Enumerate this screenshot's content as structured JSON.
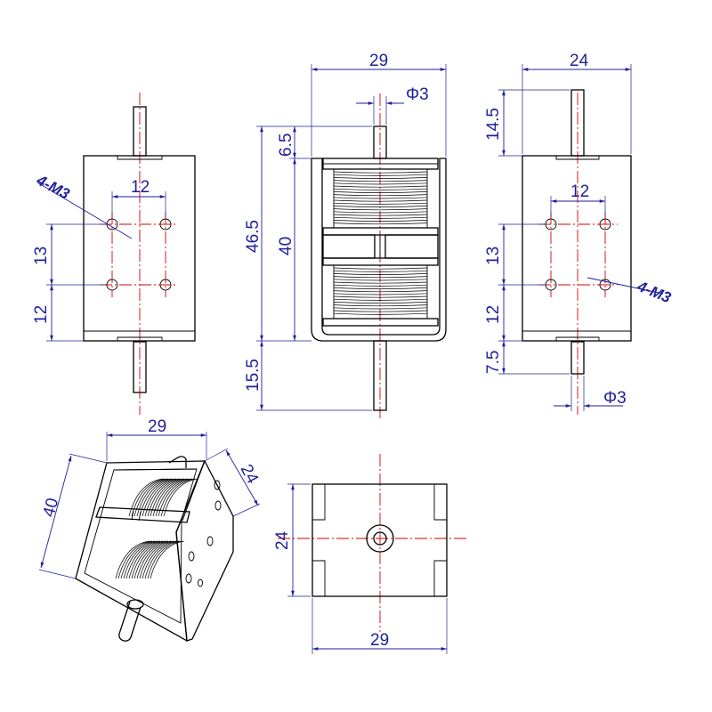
{
  "front_view": {
    "dim_width": "29",
    "dim_shaft_diameter": "Φ3",
    "dim_top_shaft": "6.5",
    "dim_frame_height": "40",
    "dim_total": "46.5",
    "dim_bottom_shaft": "15.5"
  },
  "left_view": {
    "dim_hole_spacing_h": "12",
    "dim_hole_spacing_v": "13",
    "dim_hole_bottom": "12",
    "thread_callout": "4-M3"
  },
  "right_view": {
    "dim_width": "24",
    "dim_top_shaft": "14.5",
    "dim_hole_spacing_h": "12",
    "dim_hole_spacing_v": "13",
    "dim_hole_bottom": "12",
    "dim_bottom_shaft": "7.5",
    "dim_shaft_diameter": "Φ3",
    "thread_callout": "4-M3"
  },
  "iso_view": {
    "dim_width": "29",
    "dim_height": "40",
    "dim_depth": "24"
  },
  "top_view": {
    "dim_height": "24",
    "dim_width": "29"
  }
}
